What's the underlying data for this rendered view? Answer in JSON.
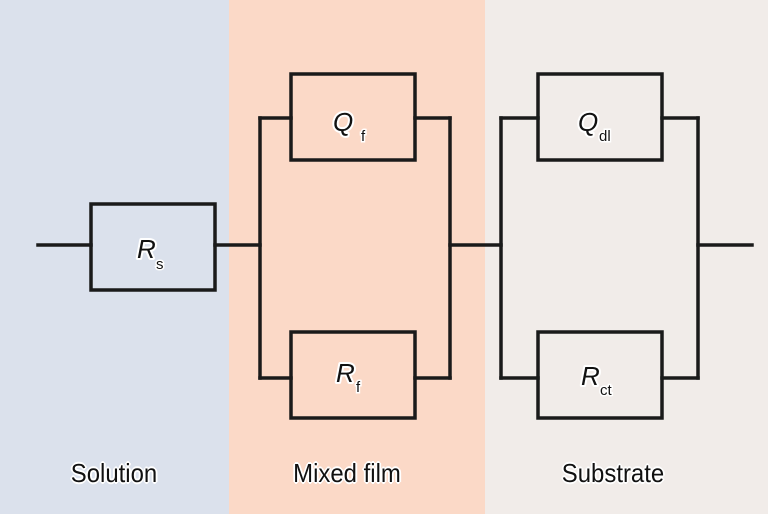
{
  "regions": [
    {
      "id": "solution",
      "label": "Solution",
      "color": "#dbe1ec"
    },
    {
      "id": "mixed-film",
      "label": "Mixed film",
      "color": "#fbd9c7"
    },
    {
      "id": "substrate",
      "label": "Substrate",
      "color": "#f1ece9"
    }
  ],
  "components": {
    "Rs": {
      "symbol": "R",
      "subscript": "s"
    },
    "Qf": {
      "symbol": "Q",
      "subscript": "f"
    },
    "Rf": {
      "symbol": "R",
      "subscript": "f"
    },
    "Qdl": {
      "symbol": "Q",
      "subscript": "dl"
    },
    "Rct": {
      "symbol": "R",
      "subscript": "ct"
    }
  },
  "wire_color": "#1a1a1a"
}
